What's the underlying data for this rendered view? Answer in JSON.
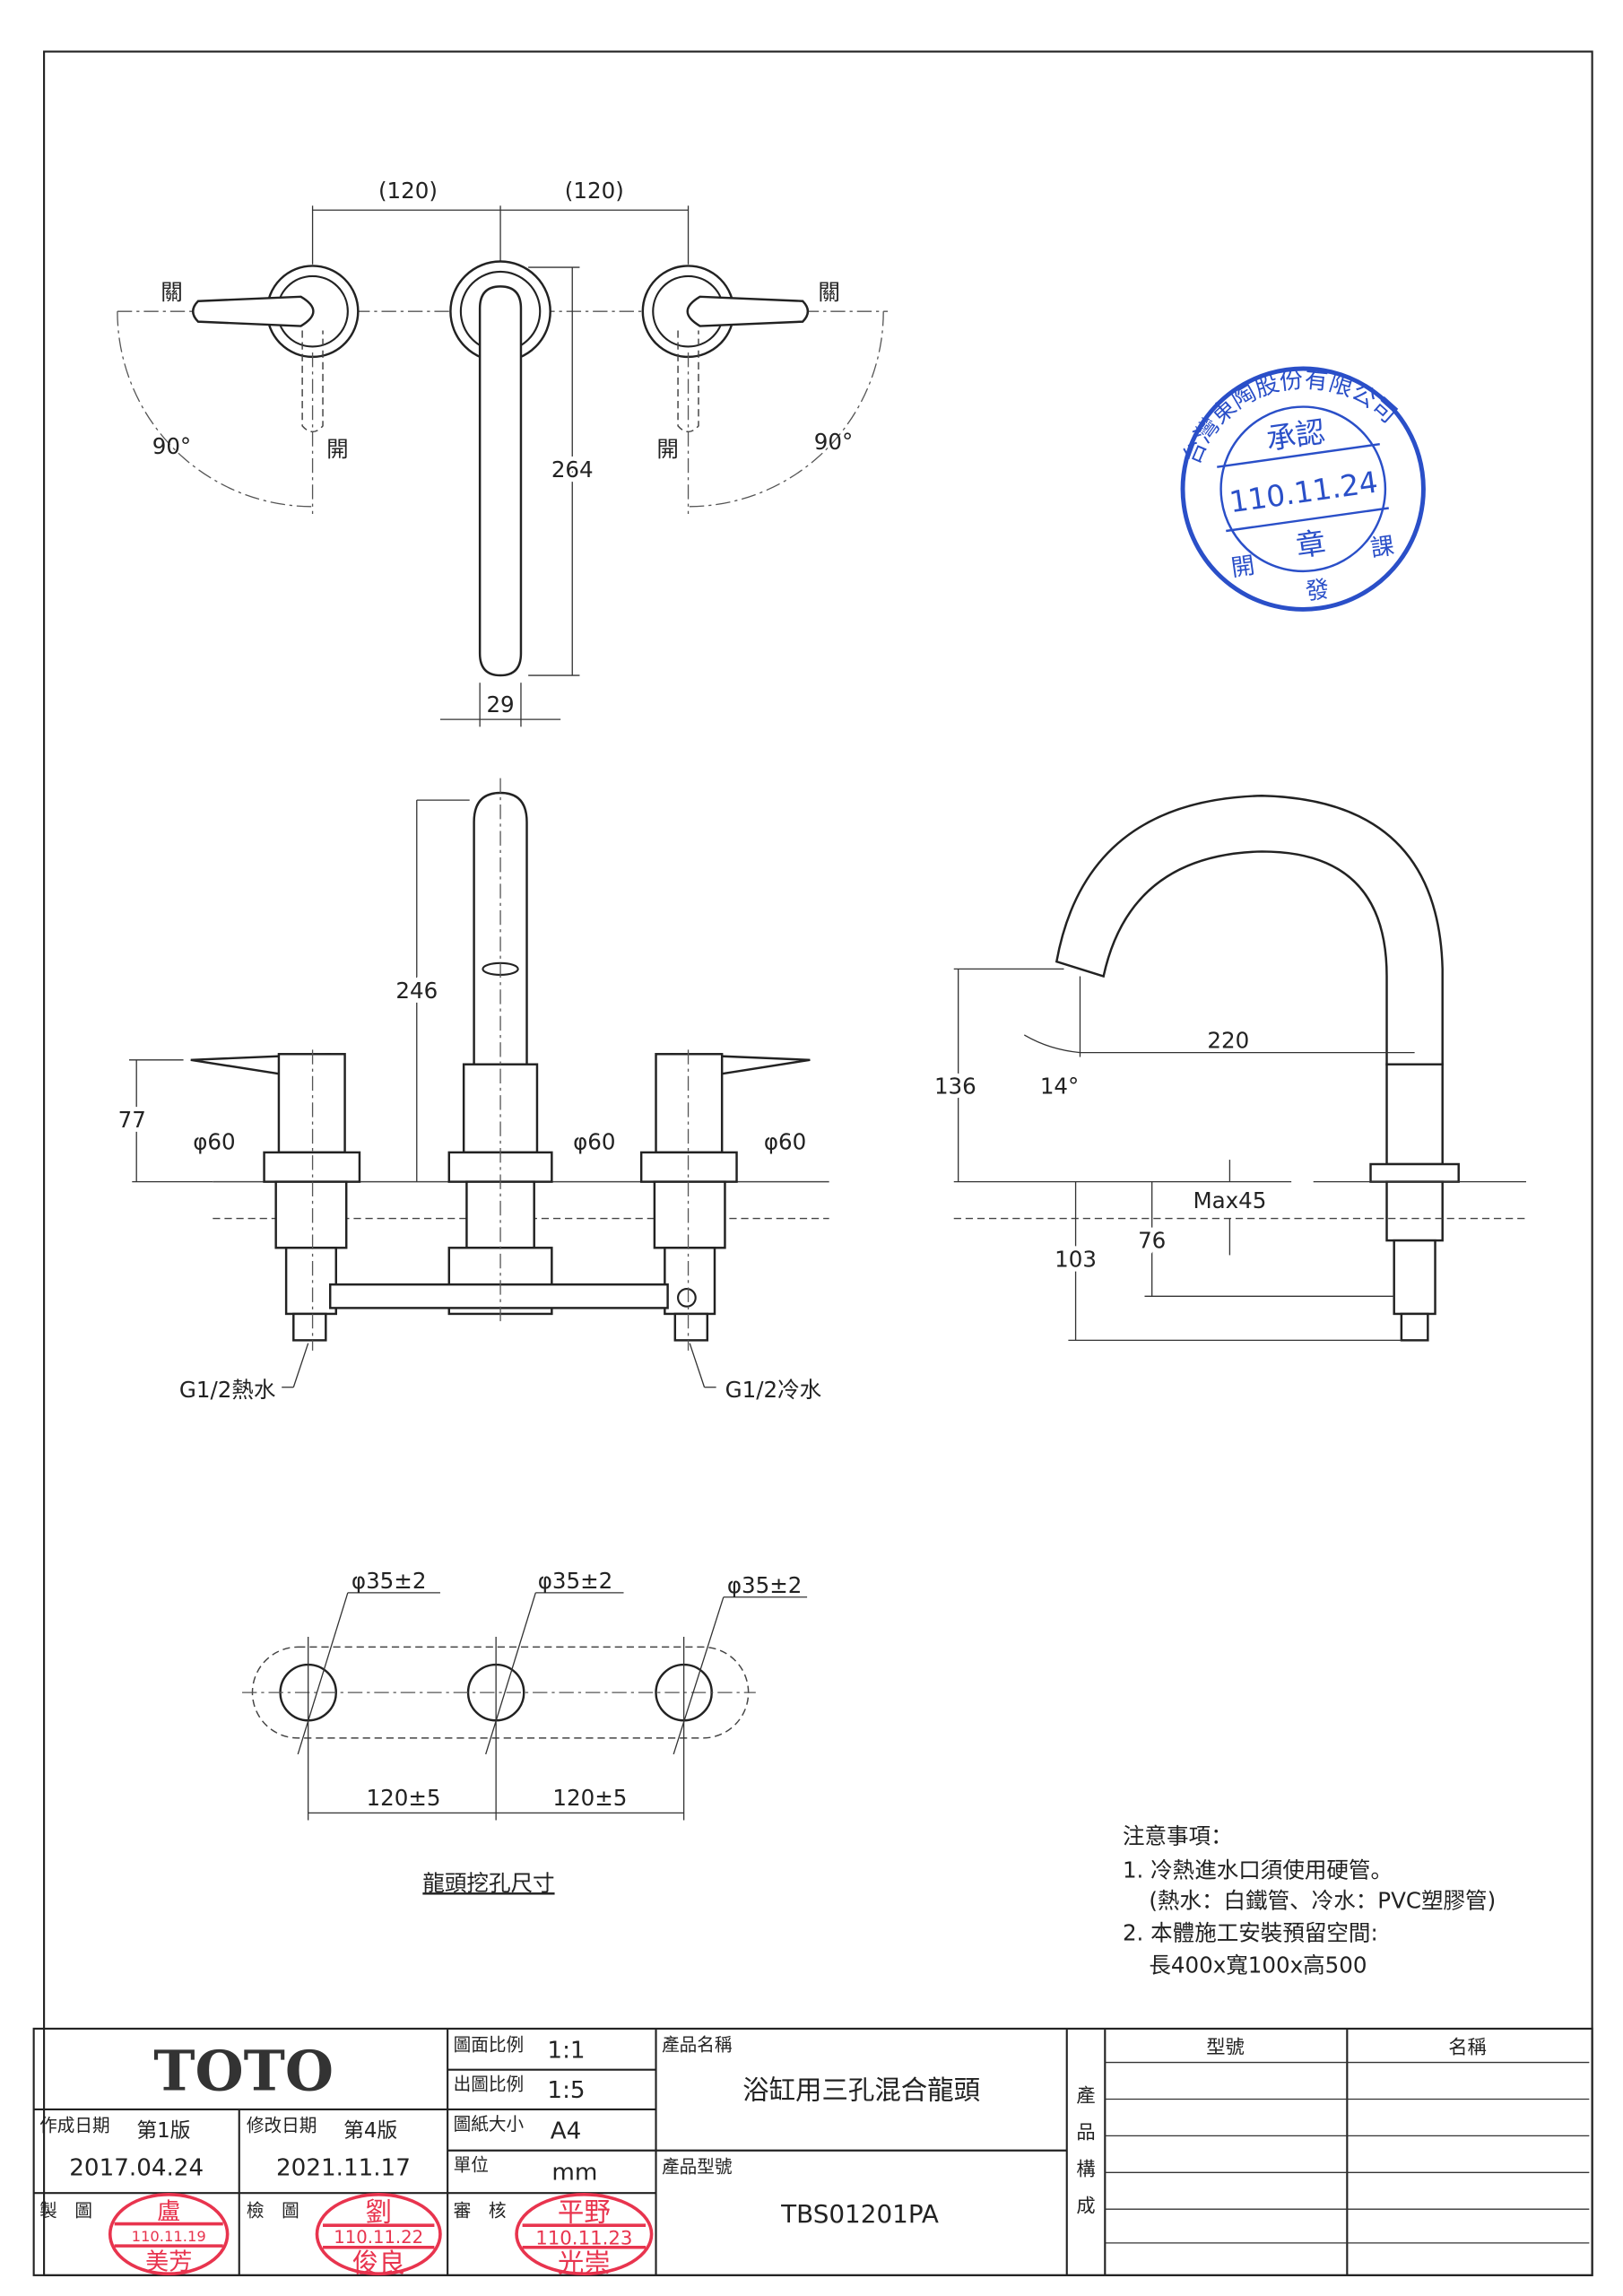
{
  "drawing": {
    "top_view": {
      "dim_left": "(120)",
      "dim_right": "(120)",
      "close_left": "關",
      "close_right": "關",
      "open_left": "開",
      "open_right": "開",
      "angle_left": "90°",
      "angle_right": "90°",
      "height": "264",
      "width": "29"
    },
    "front_view": {
      "spout_height": "246",
      "handle_height": "77",
      "dia_left": "φ60",
      "dia_center": "φ60",
      "dia_right": "φ60",
      "hot_inlet": "G1/2熱水",
      "cold_inlet": "G1/2冷水"
    },
    "side_view": {
      "height": "136",
      "angle": "14°",
      "reach": "220",
      "max_thickness": "Max45",
      "depth_76": "76",
      "depth_103": "103"
    },
    "hole_layout": {
      "hole_left": "φ35±2",
      "hole_center": "φ35±2",
      "hole_right": "φ35±2",
      "spacing_left": "120±5",
      "spacing_right": "120±5",
      "caption": "龍頭挖孔尺寸"
    }
  },
  "notes": {
    "title": "注意事項：",
    "line1": "1. 冷熱進水口須使用硬管。",
    "line2": "(熱水：白鐵管、冷水：PVC塑膠管)",
    "line3": "2. 本體施工安裝預留空間:",
    "line4": "長400x寬100x高500"
  },
  "approval_stamp": {
    "company": "台灣東陶股份有限公司",
    "approved": "承認",
    "date": "110.11.24",
    "seal": "章",
    "dept_left": "開",
    "dept_mid": "發",
    "dept_right": "課"
  },
  "title_block": {
    "logo": "TOTO",
    "drawing_scale_label": "圖面比例",
    "drawing_scale": "1:1",
    "output_scale_label": "出圖比例",
    "output_scale": "1:5",
    "paper_size_label": "圖紙大小",
    "paper_size": "A4",
    "unit_label": "單位",
    "unit": "mm",
    "created_label": "作成日期",
    "created_version": "第1版",
    "created_date": "2017.04.24",
    "modified_label": "修改日期",
    "modified_version": "第4版",
    "modified_date": "2021.11.17",
    "drawn_label": "製　圖",
    "checked_label": "檢　圖",
    "reviewed_label": "審　核",
    "product_name_label": "產品名稱",
    "product_name": "浴缸用三孔混合龍頭",
    "product_model_label": "產品型號",
    "product_model": "TBS01201PA",
    "composition_label": [
      "產",
      "品",
      "構",
      "成"
    ],
    "model_col": "型號",
    "name_col": "名稱",
    "stamps": [
      {
        "top": "盧",
        "date": "110.11.19",
        "bottom": "美芳"
      },
      {
        "top": "劉",
        "date": "110.11.22",
        "bottom": "俊良"
      },
      {
        "top": "平野",
        "date": "110.11.23",
        "bottom": "光崇"
      }
    ]
  }
}
